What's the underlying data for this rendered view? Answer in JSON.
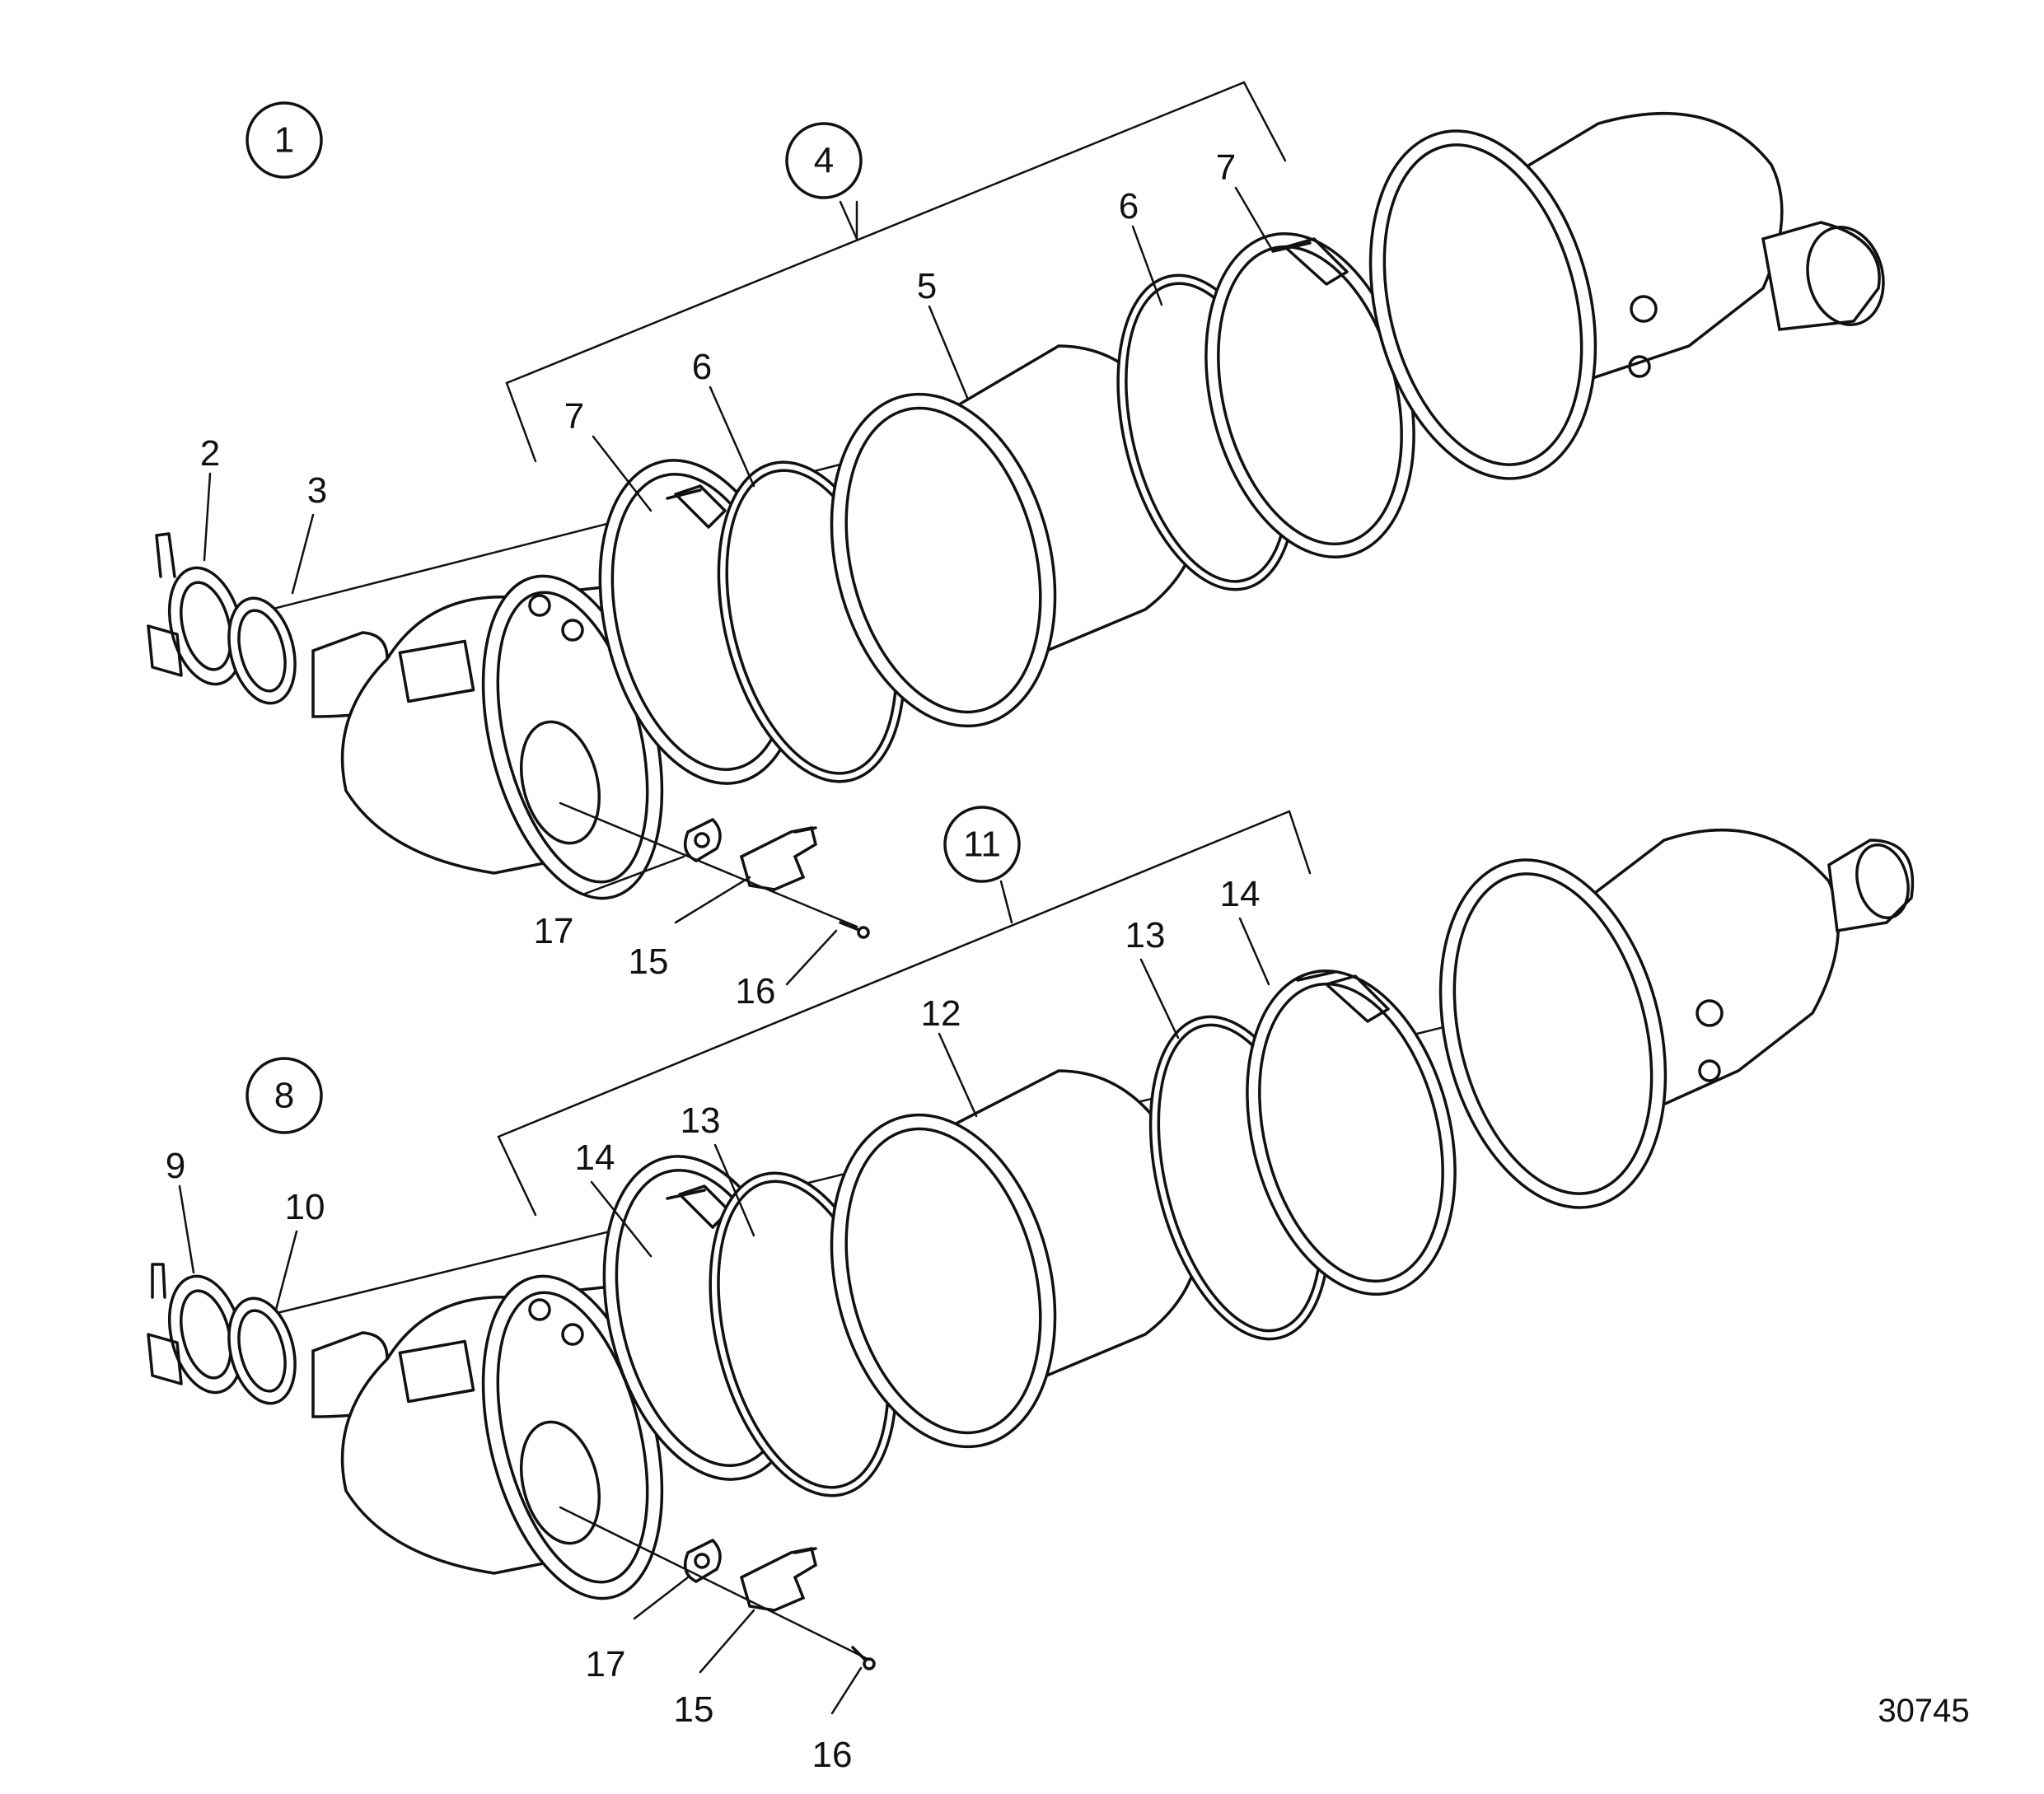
{
  "callouts": {
    "c1": "1",
    "c4": "4",
    "c8": "8",
    "c11": "11"
  },
  "labels": {
    "top": {
      "l2": "2",
      "l3": "3",
      "l5": "5",
      "l6a": "6",
      "l6b": "6",
      "l7a": "7",
      "l7b": "7",
      "l15": "15",
      "l16": "16",
      "l17": "17"
    },
    "bottom": {
      "l9": "9",
      "l10": "10",
      "l12": "12",
      "l13a": "13",
      "l13b": "13",
      "l14a": "14",
      "l14b": "14",
      "l15": "15",
      "l16": "16",
      "l17": "17"
    }
  },
  "figure_number": "30745"
}
